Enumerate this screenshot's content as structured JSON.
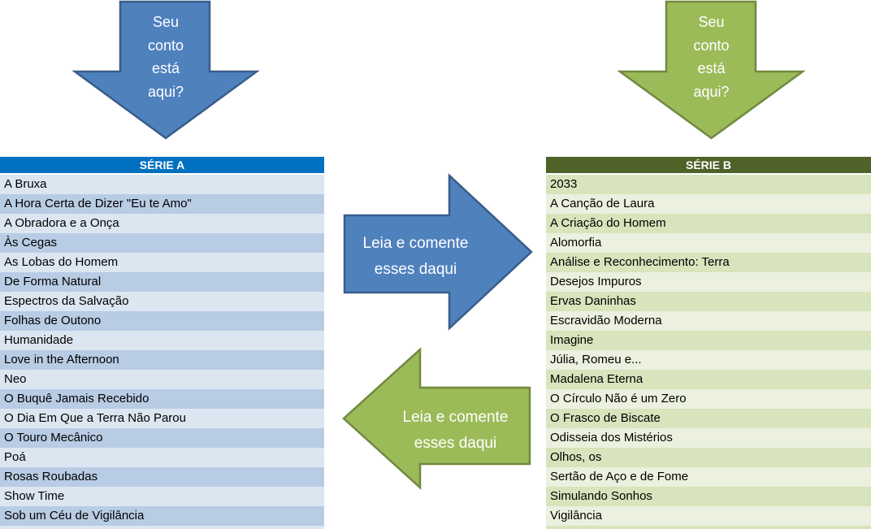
{
  "arrows": {
    "top_left": {
      "lines": [
        "Seu",
        "conto",
        "está",
        "aqui?"
      ],
      "fill": "#4F81BD",
      "border": "#385D8A"
    },
    "top_right": {
      "lines": [
        "Seu",
        "conto",
        "está",
        "aqui?"
      ],
      "fill": "#9BBB59",
      "border": "#71893F"
    },
    "middle_right": {
      "lines": [
        "Leia e comente",
        "esses daqui"
      ],
      "fill": "#4F81BD",
      "border": "#385D8A"
    },
    "middle_left": {
      "lines": [
        "Leia e comente",
        "esses daqui"
      ],
      "fill": "#9BBB59",
      "border": "#71893F"
    }
  },
  "tables": {
    "serie_a": {
      "header": "SÉRIE A",
      "header_color": "#0070C0",
      "row_colors": [
        "#DCE6F1",
        "#B8CCE4"
      ],
      "rows": [
        "A Bruxa",
        "A Hora Certa de Dizer \"Eu te Amo\"",
        "A Obradora e a Onça",
        "Às Cegas",
        "As Lobas do Homem",
        "De Forma Natural",
        "Espectros da Salvação",
        "Folhas de Outono",
        "Humanidade",
        "Love in the Afternoon",
        "Neo",
        "O Buquê Jamais Recebido",
        "O Dia Em Que a Terra Não Parou",
        "O Touro Mecânico",
        "Poá",
        "Rosas Roubadas",
        "Show Time",
        "Sob um Céu de Vigilância"
      ]
    },
    "serie_b": {
      "header": "SÉRIE B",
      "header_color": "#4F6228",
      "row_colors": [
        "#D7E4BC",
        "#EBF1DE"
      ],
      "rows": [
        "2033",
        "A Canção de Laura",
        "A Criação do Homem",
        "Alomorfia",
        "Análise e Reconhecimento: Terra",
        "Desejos Impuros",
        "Ervas Daninhas",
        "Escravidão Moderna",
        "Imagine",
        "Júlia, Romeu e...",
        "Madalena Eterna",
        "O Círculo Não é um Zero",
        "O Frasco de Biscate",
        "Odisseia dos Mistérios",
        "Olhos, os",
        "Sertão de Aço e de Fome",
        "Simulando Sonhos",
        "Vigilância"
      ]
    }
  }
}
